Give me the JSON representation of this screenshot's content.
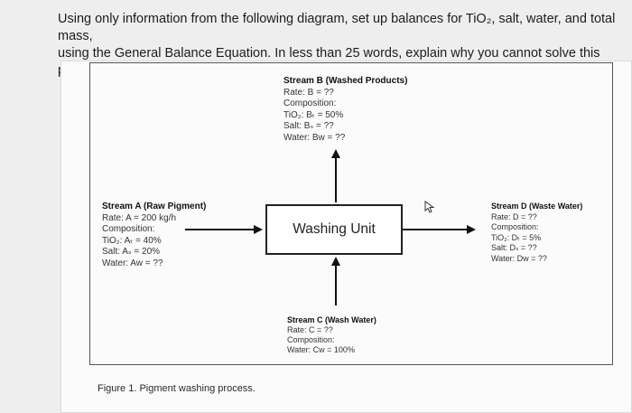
{
  "question": {
    "line1": "Using only information from the following diagram, set up balances for TiO₂, salt, water, and total mass,",
    "line2": "using the General Balance Equation. In less than 25 words, explain why you cannot solve this process."
  },
  "diagram": {
    "unit_label": "Washing Unit",
    "stream_a": {
      "title": "Stream A (Raw Pigment)",
      "lines": [
        "Rate: A = 200 kg/h",
        "Composition:",
        "TiO₂: Aₜ = 40%",
        "Salt: Aₛ = 20%",
        "Water: Aw = ??"
      ]
    },
    "stream_b": {
      "title": "Stream B (Washed Products)",
      "lines": [
        "Rate: B = ??",
        "Composition:",
        "TiO₂: Bₜ = 50%",
        "Salt: Bₛ = ??",
        "Water: Bw = ??"
      ]
    },
    "stream_c": {
      "title": "Stream C (Wash Water)",
      "lines": [
        "Rate: C = ??",
        "Composition:",
        "Water: Cw = 100%"
      ]
    },
    "stream_d": {
      "title": "Stream D (Waste Water)",
      "lines": [
        "Rate: D = ??",
        "Composition:",
        "TiO₂: Dₜ = 5%",
        "Salt: Dₛ = ??",
        "Water: Dw = ??"
      ]
    }
  },
  "caption": "Figure 1. Pigment washing process.",
  "icons": [
    "mouse-cursor-icon"
  ]
}
